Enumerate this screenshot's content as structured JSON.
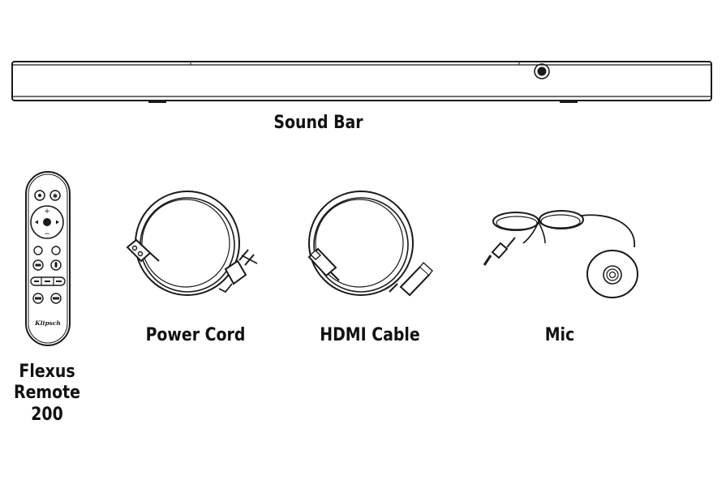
{
  "items": {
    "sound_bar": {
      "label": "Sound Bar"
    },
    "remote": {
      "label_lines": [
        "Flexus",
        "Remote",
        "200"
      ],
      "logo_text": "Klipsch"
    },
    "power_cord": {
      "label": "Power Cord"
    },
    "hdmi_cable": {
      "label": "HDMI Cable"
    },
    "mic": {
      "label": "Mic"
    }
  },
  "colors": {
    "line": "#1a1a1a",
    "background": "#ffffff"
  }
}
